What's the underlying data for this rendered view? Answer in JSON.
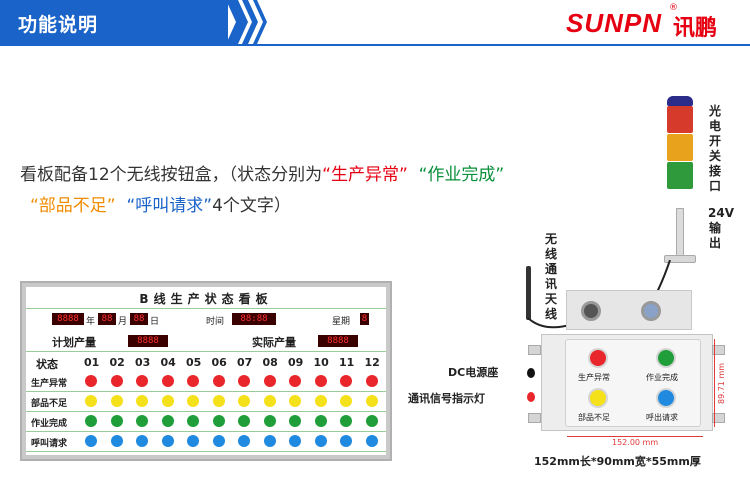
{
  "header": {
    "title": "功能说明",
    "logo_latin": "SUNPN",
    "logo_cn": "讯鹏",
    "logo_mark": "®"
  },
  "description": {
    "prefix": "看板配备12个无线按钮盒，（状态分别为",
    "q1": "“生产异常”",
    "q2": "“作业完成”",
    "q3": "“部品不足”",
    "q4": "“呼叫请求”",
    "suffix": "4个文字）"
  },
  "board": {
    "title": "B线生产状态看板",
    "date_year": "8888",
    "unit_year": "年",
    "date_month": "88",
    "unit_month": "月",
    "date_day": "88",
    "unit_day": "日",
    "time_label": "时间",
    "time_value": "88:88",
    "weekday_label": "星期",
    "weekday_value": "8",
    "plan_label": "计划产量",
    "plan_value": "8888",
    "actual_label": "实际产量",
    "actual_value": "8888",
    "status_header": "状态",
    "columns": [
      "01",
      "02",
      "03",
      "04",
      "05",
      "06",
      "07",
      "08",
      "09",
      "10",
      "11",
      "12"
    ],
    "rows": [
      {
        "label": "生产异常",
        "color": "#e8262b"
      },
      {
        "label": "部品不足",
        "color": "#f5e11a"
      },
      {
        "label": "作业完成",
        "color": "#1f9e3a"
      },
      {
        "label": "呼叫请求",
        "color": "#1f8ae0"
      }
    ]
  },
  "tower": {
    "colors": [
      "#d63a2a",
      "#e8a21c",
      "#2f9a3c"
    ],
    "label_interface": "光电开关接口",
    "label_output": "24V输出",
    "antenna_label": "无线通讯天线"
  },
  "device": {
    "buttons": [
      {
        "label": "生产异常",
        "color": "#e8262b"
      },
      {
        "label": "作业完成",
        "color": "#1f9e3a"
      },
      {
        "label": "部品不足",
        "color": "#f5e11a"
      },
      {
        "label": "呼出请求",
        "color": "#1f8ae0"
      }
    ],
    "dc_label": "DC电源座",
    "signal_label": "通讯信号指示灯",
    "width_dim": "152.00 mm",
    "height_dim": "89.71 mm",
    "size_text": "152mm长*90mm宽*55mm厚"
  }
}
